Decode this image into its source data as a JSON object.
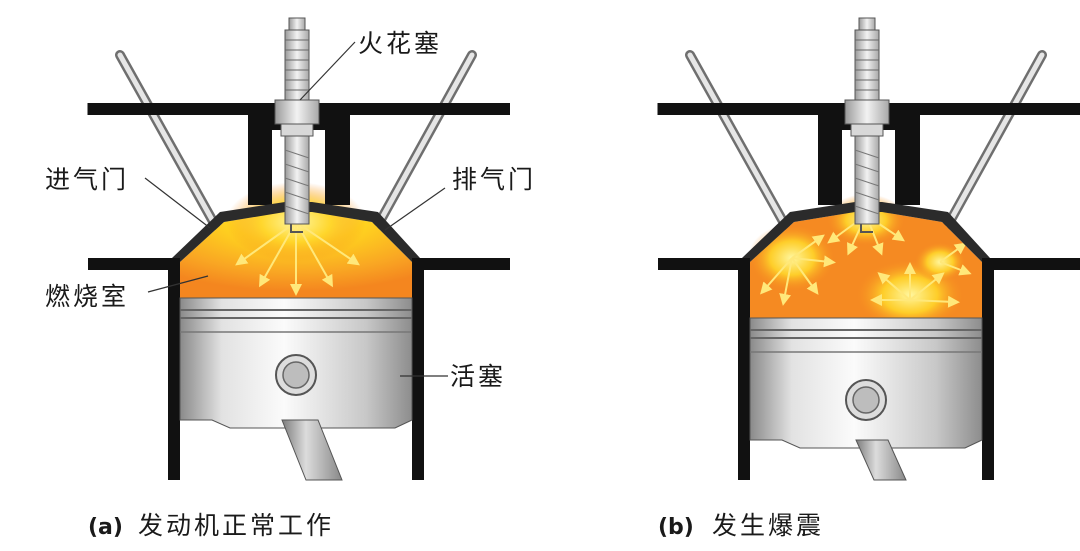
{
  "labels": {
    "spark_plug": "火花塞",
    "intake_valve": "进气门",
    "exhaust_valve": "排气门",
    "combustion_chamber": "燃烧室",
    "piston": "活塞"
  },
  "captions": {
    "a_tag": "(a)",
    "a_text": "发动机正常工作",
    "b_tag": "(b)",
    "b_text": "发生爆震"
  },
  "colors": {
    "wall": "#111111",
    "flame_core": "#ffe93a",
    "flame_mid": "#ffc21c",
    "flame_outer": "#f58a22",
    "metal_light": "#f4f4f4",
    "metal_dark": "#9b9b9b",
    "arrow": "#ffe36a"
  },
  "icons": {
    "spark_plug": "spark-plug-icon",
    "valve": "valve-stem-icon",
    "piston": "piston-icon",
    "connecting_rod": "connecting-rod-icon"
  }
}
